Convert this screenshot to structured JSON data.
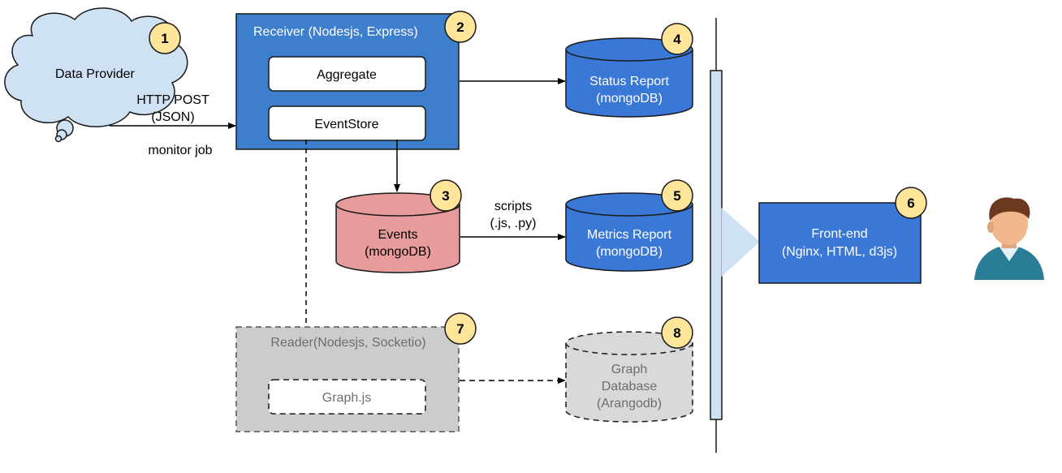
{
  "data_provider": {
    "label": "Data Provider",
    "badge": "1",
    "edge_label_1": "HTTP POST",
    "edge_label_2": "(JSON)",
    "edge_label_3": "monitor job"
  },
  "receiver": {
    "title": "Receiver (Nodesjs, Express)",
    "badge": "2",
    "aggregate_label": "Aggregate",
    "eventstore_label": "EventStore"
  },
  "events_db": {
    "line1": "Events",
    "line2": "(mongoDB)",
    "badge": "3",
    "edge_label_1": "scripts",
    "edge_label_2": "(.js, .py)"
  },
  "status_db": {
    "line1": "Status Report",
    "line2": "(mongoDB)",
    "badge": "4"
  },
  "metrics_db": {
    "line1": "Metrics Report",
    "line2": "(mongoDB)",
    "badge": "5"
  },
  "frontend": {
    "line1": "Front-end",
    "line2": "(Nginx, HTML, d3js)",
    "badge": "6"
  },
  "reader": {
    "title": "Reader(Nodesjs, Socketio)",
    "badge": "7",
    "graph_label": "Graph.js"
  },
  "graph_db": {
    "line1": "Graph",
    "line2": "Database",
    "line3": "(Arangodb)",
    "badge": "8"
  },
  "colors": {
    "blue_box": "#3d7fcc",
    "blue_cyl": "#3a78d8",
    "red_cyl": "#e89b9b",
    "cloud": "#cfe2f3",
    "badge": "#ffe599",
    "gray_box": "#cccccc",
    "gray_cyl": "#d9d9d9",
    "pipe": "#cfe2f3"
  }
}
